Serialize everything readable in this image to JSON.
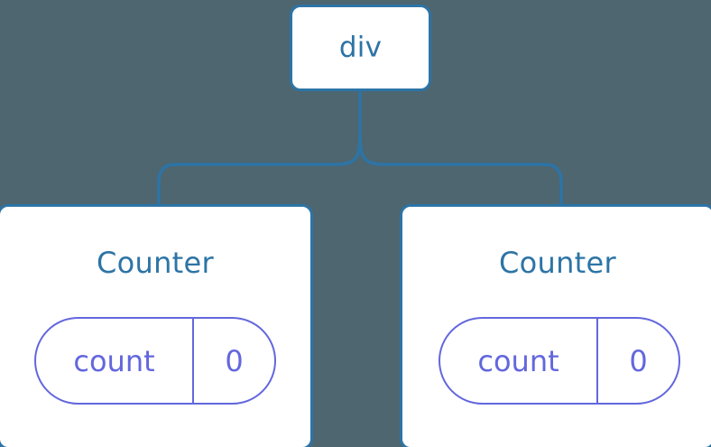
{
  "diagram": {
    "type": "component-tree",
    "background_color": "#4d6670",
    "node_border_color": "#2d74a6",
    "node_label_color": "#2d74a6",
    "connector_color": "#2d74a6",
    "state_pill_color": "#6367dd",
    "root": {
      "label": "div"
    },
    "children": [
      {
        "label": "Counter",
        "state": {
          "key": "count",
          "value": "0"
        }
      },
      {
        "label": "Counter",
        "state": {
          "key": "count",
          "value": "0"
        }
      }
    ]
  }
}
